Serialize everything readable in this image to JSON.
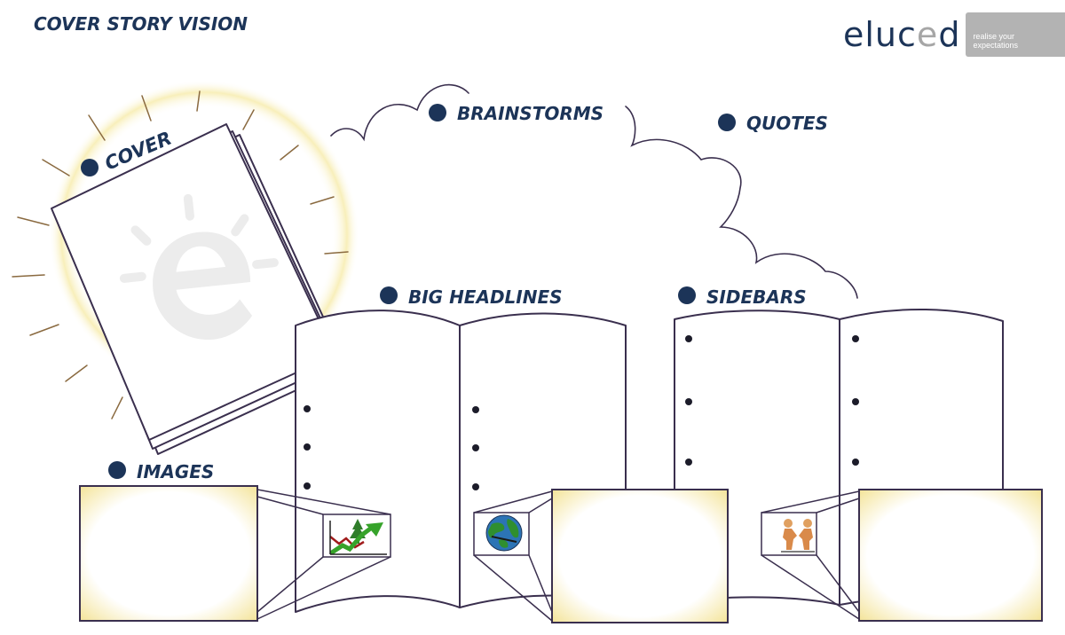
{
  "title": "COVER STORY VISION",
  "logo": {
    "wordmark_start": "eluc",
    "wordmark_highlight": "e",
    "wordmark_end": "d",
    "tagline_line1": "realise your",
    "tagline_line2": "expectations",
    "brand_color": "#1c3458",
    "accent_color": "#a6a6a6"
  },
  "labels": {
    "cover": "COVER",
    "brainstorms": "BRAINSTORMS",
    "quotes": "QUOTES",
    "big_headlines": "BIG HEADLINES",
    "sidebars": "SIDEBARS",
    "images": "IMAGES"
  },
  "icons": [
    "growth-chart-icon",
    "globe-icon",
    "handshake-icon",
    "lightbulb-e-watermark-icon"
  ],
  "colors": {
    "ink": "#1c3458",
    "line": "#3a2f4e",
    "glow": "#f6e9a4"
  }
}
